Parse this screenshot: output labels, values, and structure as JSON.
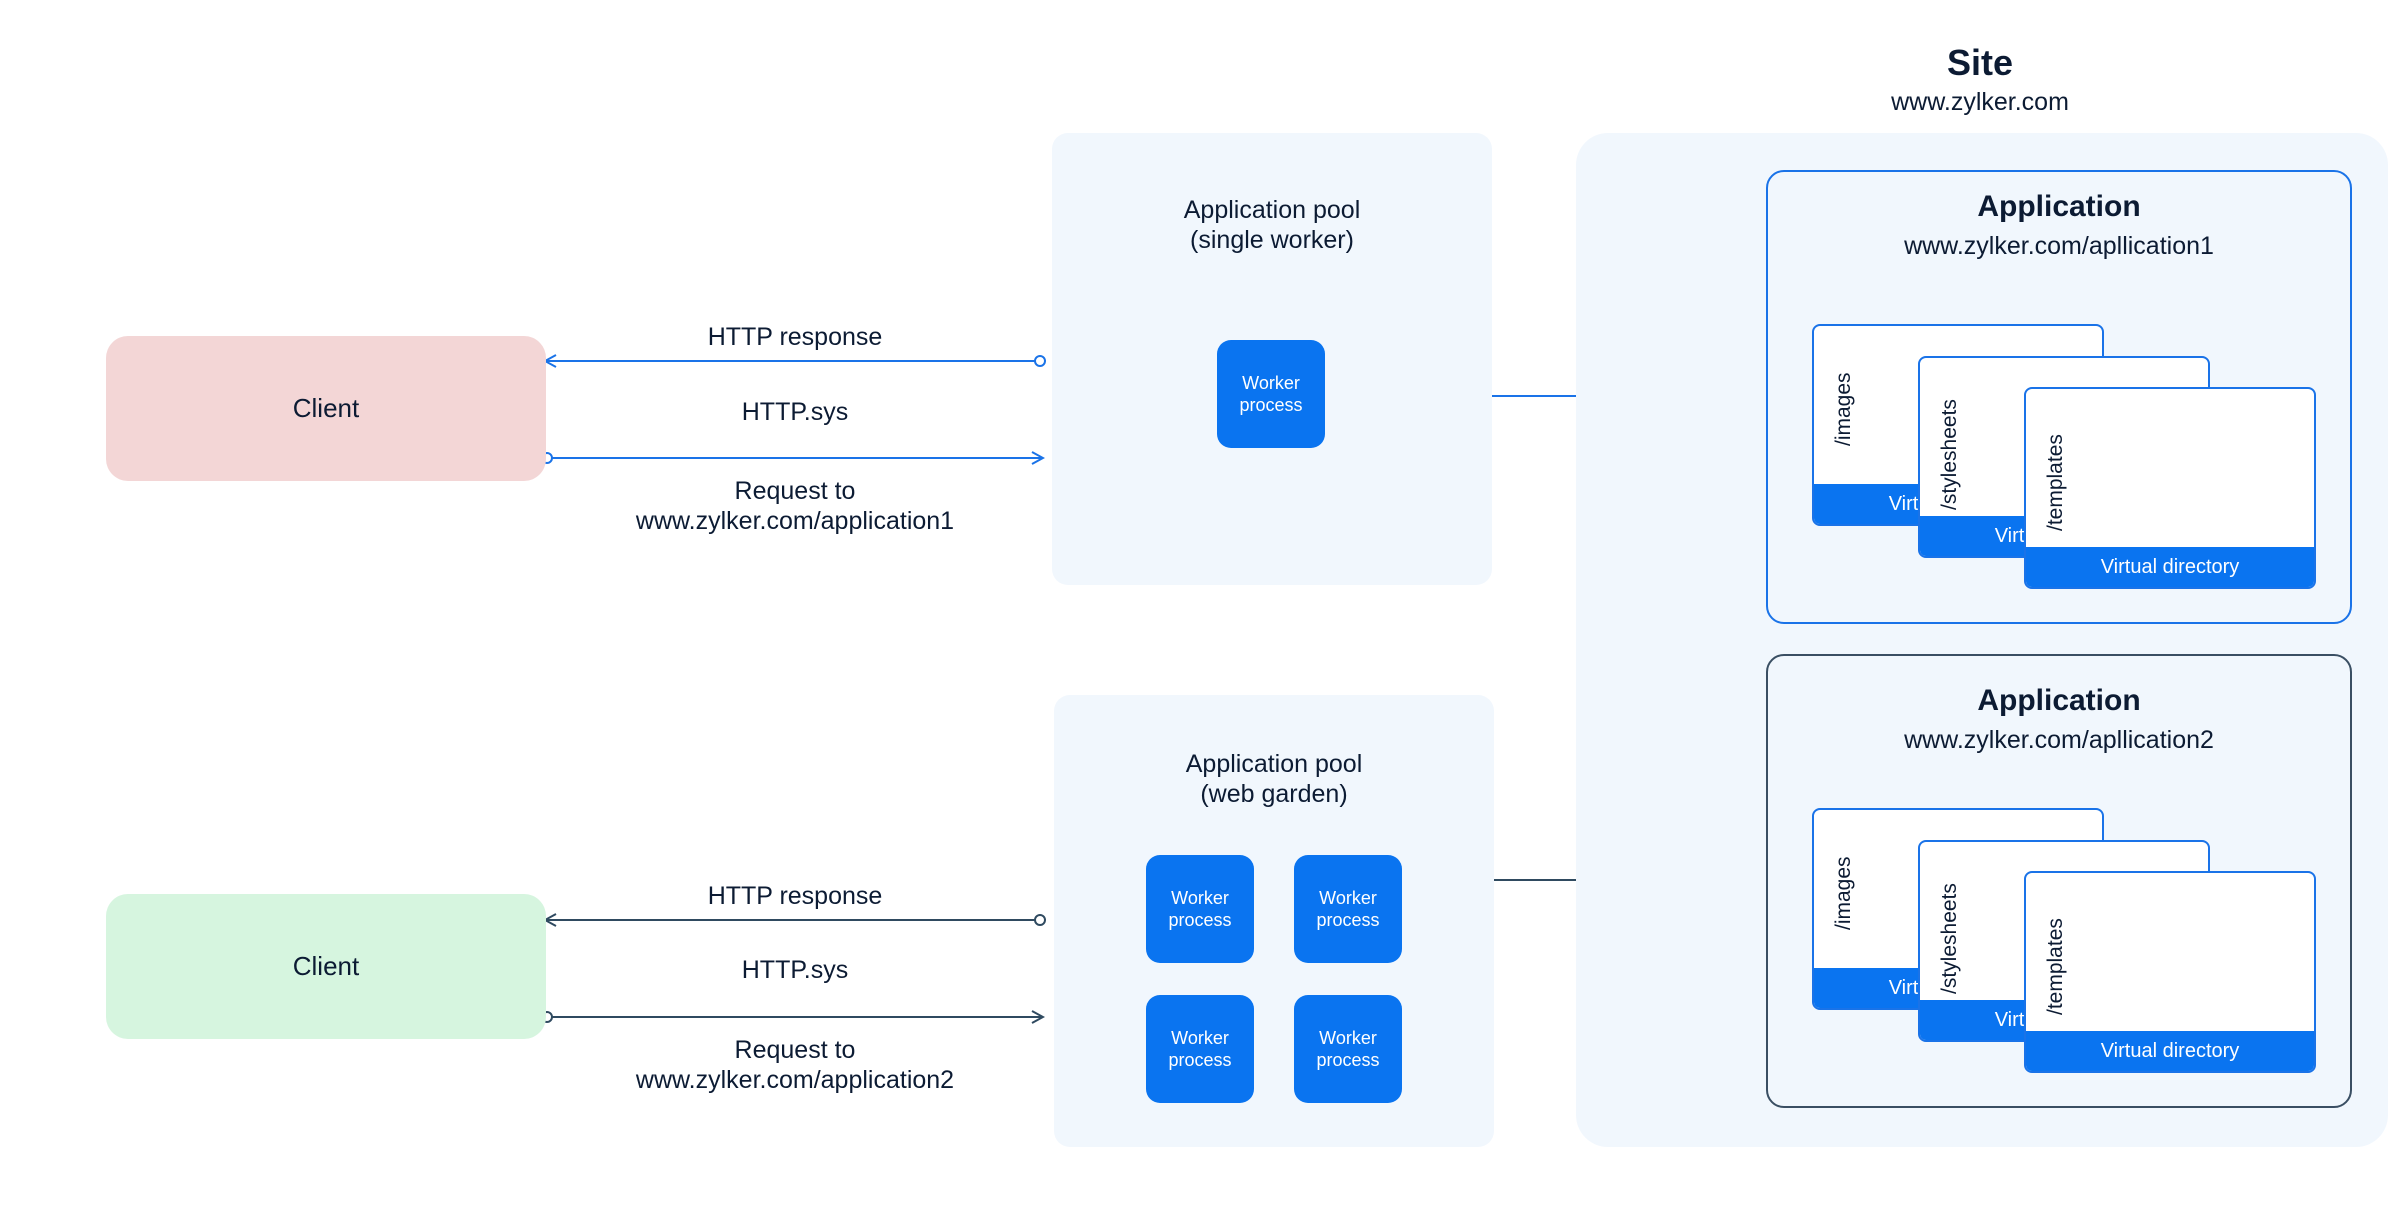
{
  "site": {
    "title": "Site",
    "url": "www.zylker.com"
  },
  "rows": [
    {
      "client": {
        "label": "Client",
        "color": "#f3d6d6"
      },
      "response_label": "HTTP response",
      "sys_label": "HTTP.sys",
      "request_label": "Request to\nwww.zylker.com/application1",
      "arrow_color": "#1a73e8",
      "pool": {
        "title": "Application pool\n(single worker)",
        "workers": [
          "Worker\nprocess"
        ]
      },
      "application": {
        "title": "Application",
        "url": "www.zylker.com/apllication1",
        "border_color": "#1a73e8",
        "directories": [
          {
            "name": "/images",
            "bar": "Virtual directory"
          },
          {
            "name": "/stylesheets",
            "bar": "Virtual directory"
          },
          {
            "name": "/templates",
            "bar": "Virtual directory"
          }
        ]
      }
    },
    {
      "client": {
        "label": "Client",
        "color": "#d6f5df"
      },
      "response_label": "HTTP response",
      "sys_label": "HTTP.sys",
      "request_label": "Request to\nwww.zylker.com/application2",
      "arrow_color": "#2f4a60",
      "pool": {
        "title": "Application pool\n(web garden)",
        "workers": [
          "Worker\nprocess",
          "Worker\nprocess",
          "Worker\nprocess",
          "Worker\nprocess"
        ]
      },
      "application": {
        "title": "Application",
        "url": "www.zylker.com/apllication2",
        "border_color": "#3a4f63",
        "directories": [
          {
            "name": "/images",
            "bar": "Virtual directory"
          },
          {
            "name": "/stylesheets",
            "bar": "Virtual directory"
          },
          {
            "name": "/templates",
            "bar": "Virtual directory"
          }
        ]
      }
    }
  ]
}
